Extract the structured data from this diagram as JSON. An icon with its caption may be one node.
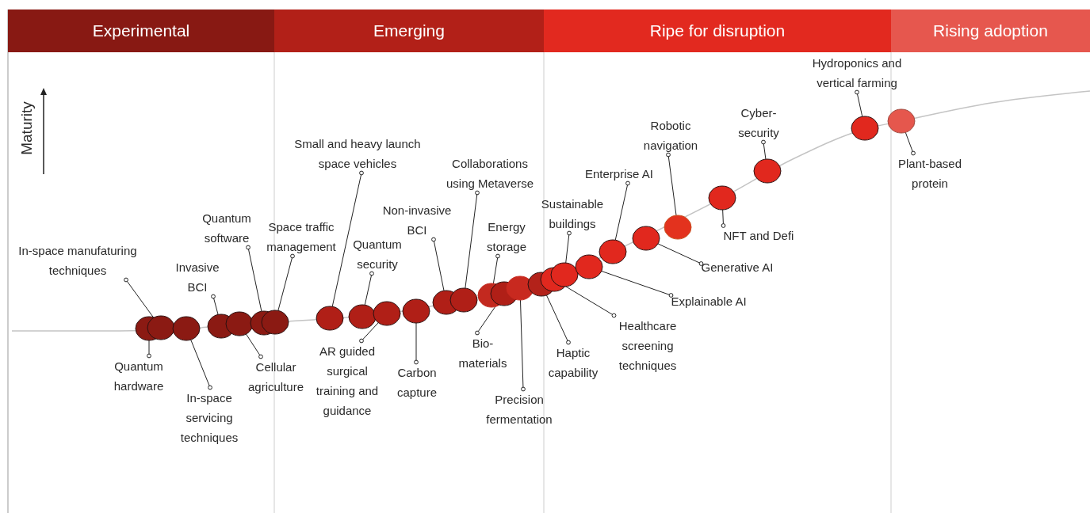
{
  "diagram": {
    "nodes": [
      {
        "text": [
          "Experimental"
        ]
      },
      {
        "text": [
          "Emerging"
        ]
      },
      {
        "text": [
          "Ripe for disruption"
        ]
      },
      {
        "text": [
          "Rising adoption"
        ]
      },
      {
        "text": [],
        "shape": "circle"
      },
      {
        "text": [],
        "shape": "circle"
      },
      {
        "text": [],
        "shape": "circle"
      },
      {
        "text": [],
        "shape": "circle"
      },
      {
        "text": [],
        "shape": "circle"
      },
      {
        "text": [],
        "shape": "circle"
      },
      {
        "text": [],
        "shape": "circle"
      },
      {
        "text": [],
        "shape": "circle"
      },
      {
        "text": [],
        "shape": "circle"
      },
      {
        "text": [],
        "shape": "circle"
      },
      {
        "text": [],
        "shape": "circle"
      },
      {
        "text": [],
        "shape": "circle"
      },
      {
        "text": [],
        "shape": "circle"
      },
      {
        "text": [],
        "shape": "circle"
      },
      {
        "text": [],
        "shape": "circle"
      },
      {
        "text": [],
        "shape": "circle"
      },
      {
        "text": [],
        "shape": "circle"
      },
      {
        "text": [],
        "shape": "circle"
      },
      {
        "text": [],
        "shape": "circle"
      },
      {
        "text": [],
        "shape": "circle"
      },
      {
        "text": [],
        "shape": "circle"
      },
      {
        "text": [],
        "shape": "circle"
      },
      {
        "text": [],
        "shape": "circle"
      },
      {
        "text": [],
        "shape": "circle"
      },
      {
        "text": [],
        "shape": "circle"
      },
      {
        "text": [],
        "shape": "circle"
      },
      {
        "text": [],
        "shape": "circle"
      },
      {
        "text": [
          "Quantum hardware"
        ]
      },
      {
        "text": [
          "In-space manufaturing techniques"
        ]
      },
      {
        "text": [
          "In-space servicing techniques"
        ]
      },
      {
        "text": [
          "Invasive BCI"
        ]
      },
      {
        "text": [
          "Cellular agriculture"
        ]
      },
      {
        "text": [
          "Quantum software"
        ]
      },
      {
        "text": [
          "Space traffic management"
        ]
      },
      {
        "text": [
          "Small and heavy launch space vehicles"
        ]
      },
      {
        "text": [
          "Quantum security"
        ]
      },
      {
        "text": [
          "AR guided surgical training and guidance"
        ]
      },
      {
        "text": [
          "Carbon capture"
        ]
      },
      {
        "text": [
          "Non-invasive BCI"
        ]
      },
      {
        "text": [
          "Collaborations using Metaverse"
        ]
      },
      {
        "text": [
          "Energy storage"
        ]
      },
      {
        "text": [
          "Bio-materials"
        ]
      },
      {
        "text": [
          "Precision fermentation"
        ]
      },
      {
        "text": [
          "Haptic capability"
        ]
      },
      {
        "text": [
          "Healthcare screening techniques"
        ]
      },
      {
        "text": [
          "Sustainable buildings"
        ]
      },
      {
        "text": [
          "Explainable AI"
        ]
      },
      {
        "text": [
          "Enterprise AI"
        ]
      },
      {
        "text": [
          "Generative AI"
        ]
      },
      {
        "text": [
          "Robotic navigation"
        ]
      },
      {
        "text": [
          "NFT and Defi"
        ]
      },
      {
        "text": [
          "Cyber-security"
        ]
      },
      {
        "text": [
          "Hydroponics and vertical farming"
        ]
      },
      {
        "text": [
          "Plant-based protein"
        ]
      }
    ],
    "edges": [
      {
        "from": 31,
        "to": 4,
        "arrow": "other"
      },
      {
        "from": 32,
        "to": 5,
        "arrow": "other"
      },
      {
        "from": 33,
        "to": 6,
        "arrow": "other"
      },
      {
        "from": 34,
        "to": 7,
        "arrow": "other"
      },
      {
        "from": 35,
        "to": 8,
        "arrow": "other"
      },
      {
        "from": 36,
        "to": 9,
        "arrow": "other"
      },
      {
        "from": 37,
        "to": 10,
        "arrow": "other"
      },
      {
        "from": 38,
        "to": 11,
        "arrow": "other"
      },
      {
        "from": 39,
        "to": 12,
        "arrow": "other"
      },
      {
        "from": 40,
        "to": 13,
        "arrow": "other"
      },
      {
        "from": 41,
        "to": 14,
        "arrow": "other"
      },
      {
        "from": 42,
        "to": 15,
        "arrow": "other"
      },
      {
        "from": 43,
        "to": 16,
        "arrow": "other"
      },
      {
        "from": 44,
        "to": 17,
        "arrow": "other"
      },
      {
        "from": 45,
        "to": 18,
        "arrow": "other"
      },
      {
        "from": 46,
        "to": 19,
        "arrow": "other"
      },
      {
        "from": 47,
        "to": 20,
        "arrow": "other"
      },
      {
        "from": 48,
        "to": 21,
        "arrow": "other"
      },
      {
        "from": 49,
        "to": 22,
        "arrow": "other"
      },
      {
        "from": 50,
        "to": 23,
        "arrow": "other"
      },
      {
        "from": 51,
        "to": 24,
        "arrow": "other"
      },
      {
        "from": 52,
        "to": 25,
        "arrow": "other"
      },
      {
        "from": 53,
        "to": 26,
        "arrow": "other"
      },
      {
        "from": 54,
        "to": 27,
        "arrow": "other"
      },
      {
        "from": 55,
        "to": 28,
        "arrow": "other"
      },
      {
        "from": 56,
        "to": 29,
        "arrow": "other"
      },
      {
        "from": 57,
        "to": 30,
        "arrow": "other"
      }
    ],
    "labels": [
      "Maturity"
    ]
  }
}
